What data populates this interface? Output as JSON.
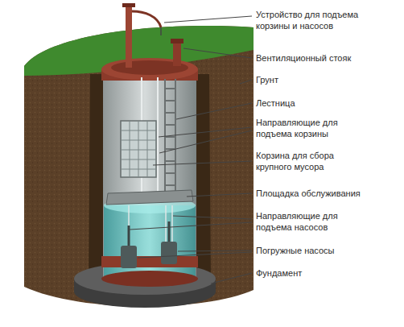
{
  "diagram": {
    "labels": [
      "Устройство для подъема корзины и насосов",
      "Вентиляционный стояк",
      "Грунт",
      "Лестница",
      "Направляющие для подъема корзины",
      "Корзина для сбора крупного мусора",
      "Площадка обслуживания",
      "Направляющие для подъема насосов",
      "Погружные насосы",
      "Фундамент"
    ]
  }
}
